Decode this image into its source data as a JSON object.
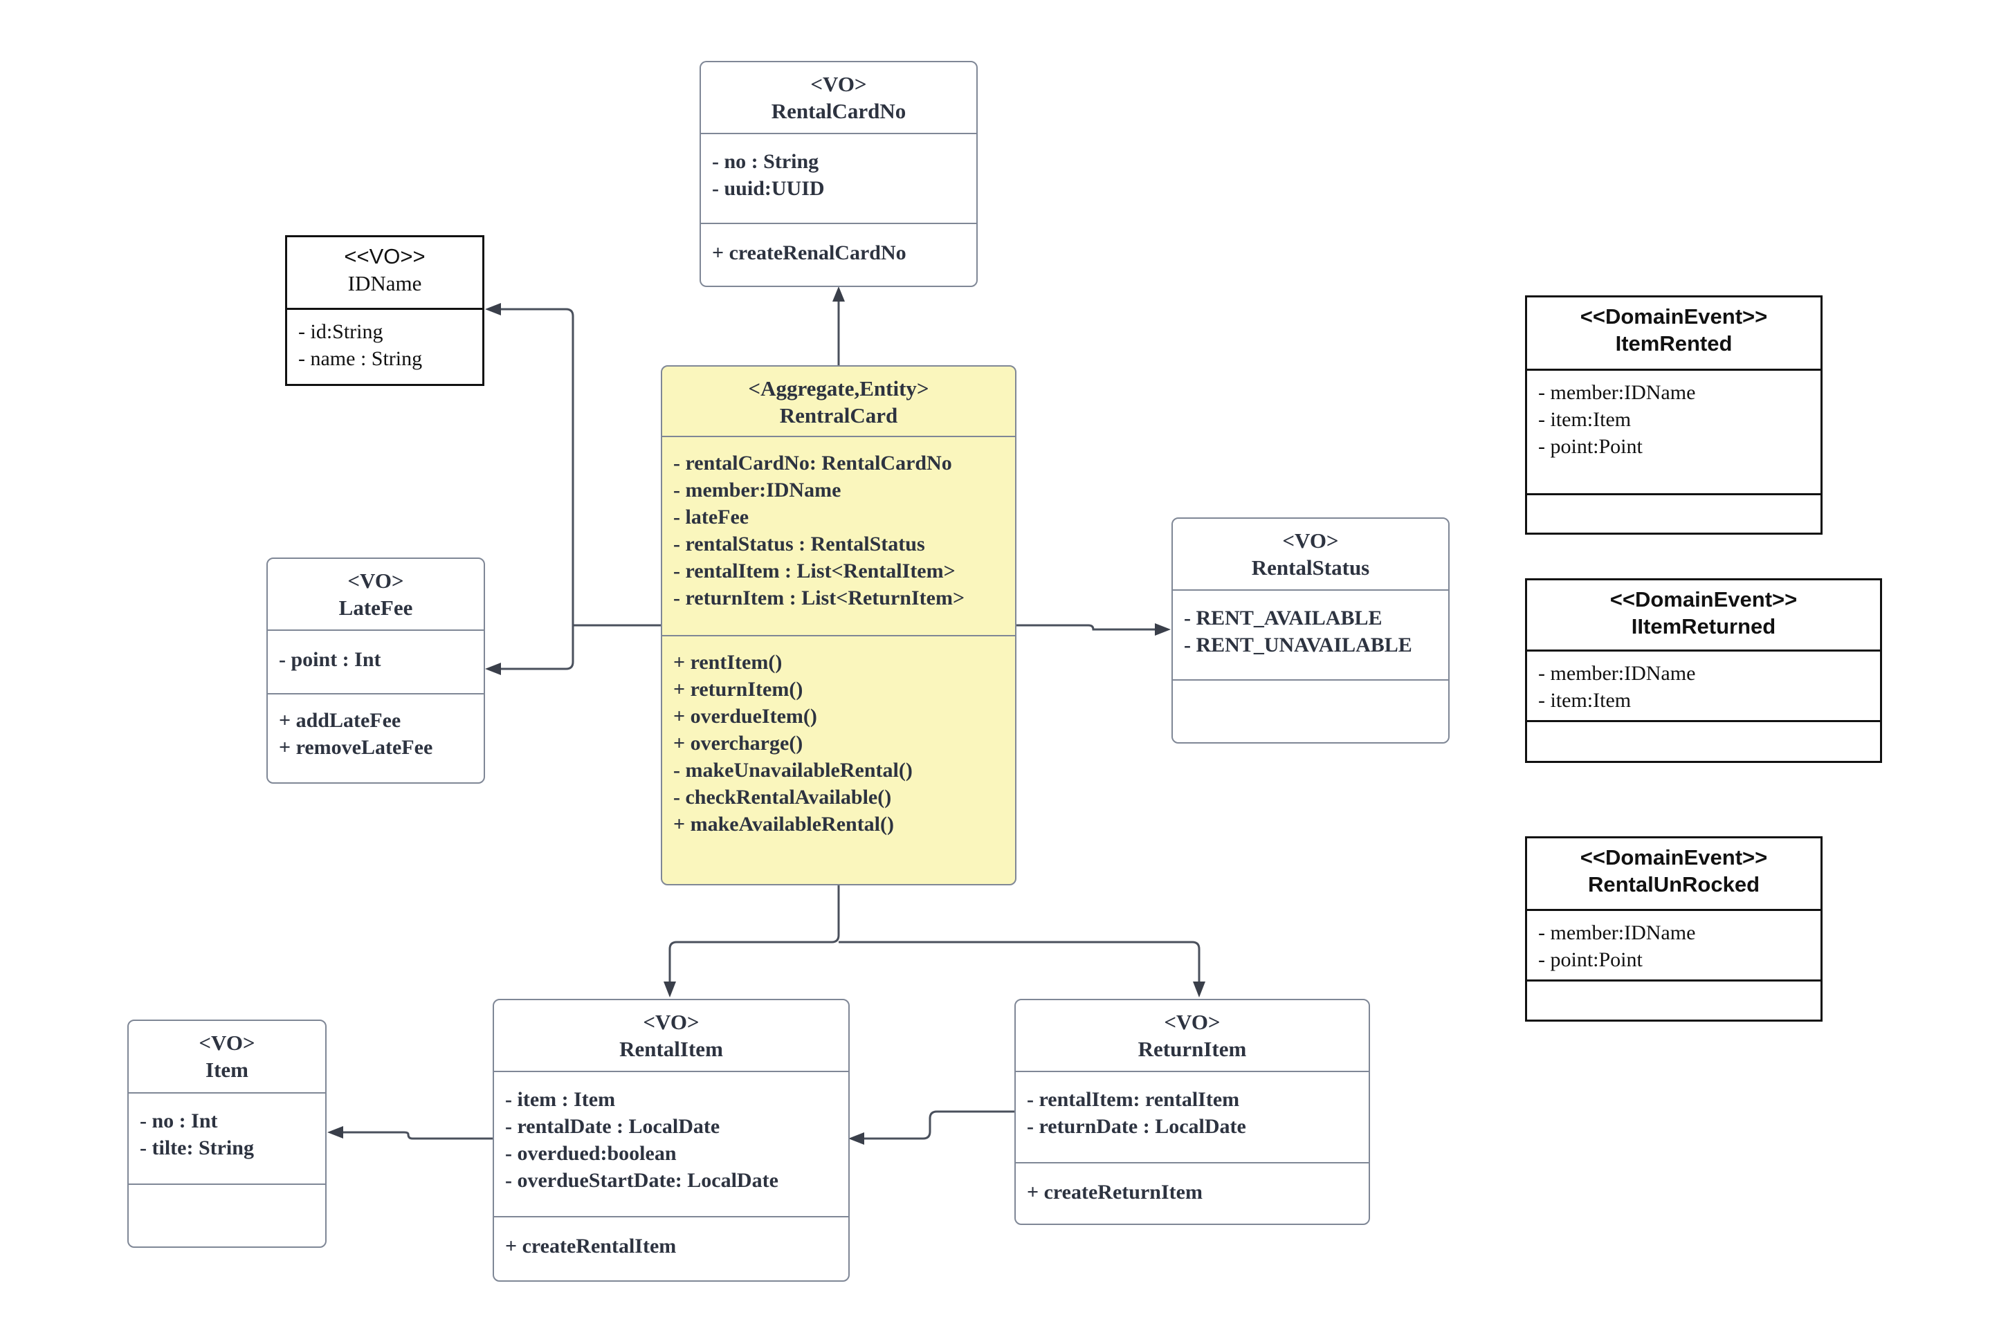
{
  "diagram": {
    "classes": {
      "rental_card_no": {
        "stereotype": "<VO>",
        "name": "RentalCardNo",
        "attributes": [
          "- no : String",
          "- uuid:UUID"
        ],
        "operations": [
          "+ createRenalCardNo"
        ]
      },
      "id_name": {
        "stereotype": "<<VO>>",
        "name": "IDName",
        "attributes": [
          "- id:String",
          "- name : String"
        ]
      },
      "rental_card": {
        "stereotype": "<Aggregate,Entity>",
        "name": "RentralCard",
        "attributes": [
          "- rentalCardNo: RentalCardNo",
          "- member:IDName",
          "- lateFee",
          "- rentalStatus : RentalStatus",
          "- rentalItem : List<RentalItem>",
          "- returnItem : List<ReturnItem>"
        ],
        "operations": [
          "+ rentItem()",
          "+ returnItem()",
          "+ overdueItem()",
          "+ overcharge()",
          "- makeUnavailableRental()",
          "- checkRentalAvailable()",
          "+ makeAvailableRental()"
        ]
      },
      "late_fee": {
        "stereotype": "<VO>",
        "name": "LateFee",
        "attributes": [
          "- point : Int"
        ],
        "operations": [
          "+ addLateFee",
          "+ removeLateFee"
        ]
      },
      "rental_status": {
        "stereotype": "<VO>",
        "name": "RentalStatus",
        "attributes": [
          "- RENT_AVAILABLE",
          "- RENT_UNAVAILABLE"
        ],
        "operations": []
      },
      "item": {
        "stereotype": "<VO>",
        "name": "Item",
        "attributes": [
          "- no : Int",
          "- tilte: String"
        ],
        "operations": []
      },
      "rental_item": {
        "stereotype": "<VO>",
        "name": "RentalItem",
        "attributes": [
          "- item : Item",
          "- rentalDate : LocalDate",
          "- overdued:boolean",
          "- overdueStartDate: LocalDate"
        ],
        "operations": [
          "+ createRentalItem"
        ]
      },
      "return_item": {
        "stereotype": "<VO>",
        "name": "ReturnItem",
        "attributes": [
          "- rentalItem: rentalItem",
          "- returnDate : LocalDate"
        ],
        "operations": [
          "+ createReturnItem"
        ]
      }
    },
    "events": {
      "item_rented": {
        "stereotype": "<<DomainEvent>>",
        "name": "ItemRented",
        "attributes": [
          "- member:IDName",
          "- item:Item",
          "- point:Point"
        ]
      },
      "item_returned": {
        "stereotype": "<<DomainEvent>>",
        "name": "IItemReturned",
        "attributes": [
          "- member:IDName",
          "- item:Item"
        ]
      },
      "rental_unrocked": {
        "stereotype": "<<DomainEvent>>",
        "name": "RentalUnRocked",
        "attributes": [
          "- member:IDName",
          "- point:Point"
        ]
      }
    },
    "relations": [
      {
        "from": "RentralCard",
        "to": "RentalCardNo"
      },
      {
        "from": "RentralCard",
        "to": "IDName"
      },
      {
        "from": "RentralCard",
        "to": "LateFee"
      },
      {
        "from": "RentralCard",
        "to": "RentalStatus"
      },
      {
        "from": "RentralCard",
        "to": "RentalItem"
      },
      {
        "from": "RentralCard",
        "to": "ReturnItem"
      },
      {
        "from": "RentalItem",
        "to": "Item"
      },
      {
        "from": "ReturnItem",
        "to": "RentalItem"
      }
    ],
    "colors": {
      "aggregate_fill": "#faf6bd",
      "box_border": "#7f8796",
      "event_border": "#111111",
      "text": "#2d3340",
      "connector": "#4a505c"
    }
  }
}
